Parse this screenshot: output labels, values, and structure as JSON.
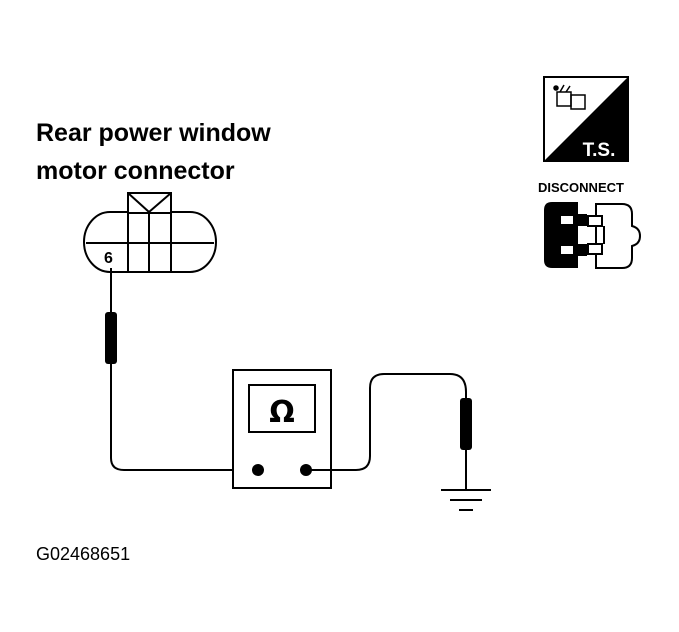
{
  "connector": {
    "title_line1": "Rear power window",
    "title_line2": "motor connector",
    "terminal": "6"
  },
  "tester": {
    "symbol": "Ω",
    "symbol_icon": "ohmmeter-icon"
  },
  "badges": {
    "ts_label": "T.S.",
    "ts_icon": "tool-stand-icon",
    "disconnect_label": "DISCONNECT",
    "disconnect_icon": "connector-disconnect-icon"
  },
  "ground_icon": "ground-symbol-icon",
  "figure_code": "G02468651"
}
